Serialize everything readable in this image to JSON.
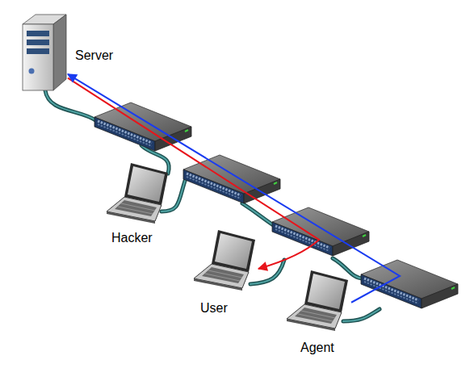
{
  "diagram": {
    "nodes": [
      {
        "text": [
          "Server"
        ]
      },
      {
        "text": [
          "Hacker"
        ]
      },
      {
        "text": [
          "User"
        ]
      },
      {
        "text": [
          "Agent"
        ]
      }
    ],
    "edges": [
      {
        "from": 0,
        "to": 2,
        "arrow": "to"
      },
      {
        "from": 3,
        "to": 0,
        "arrow": "to"
      }
    ]
  }
}
